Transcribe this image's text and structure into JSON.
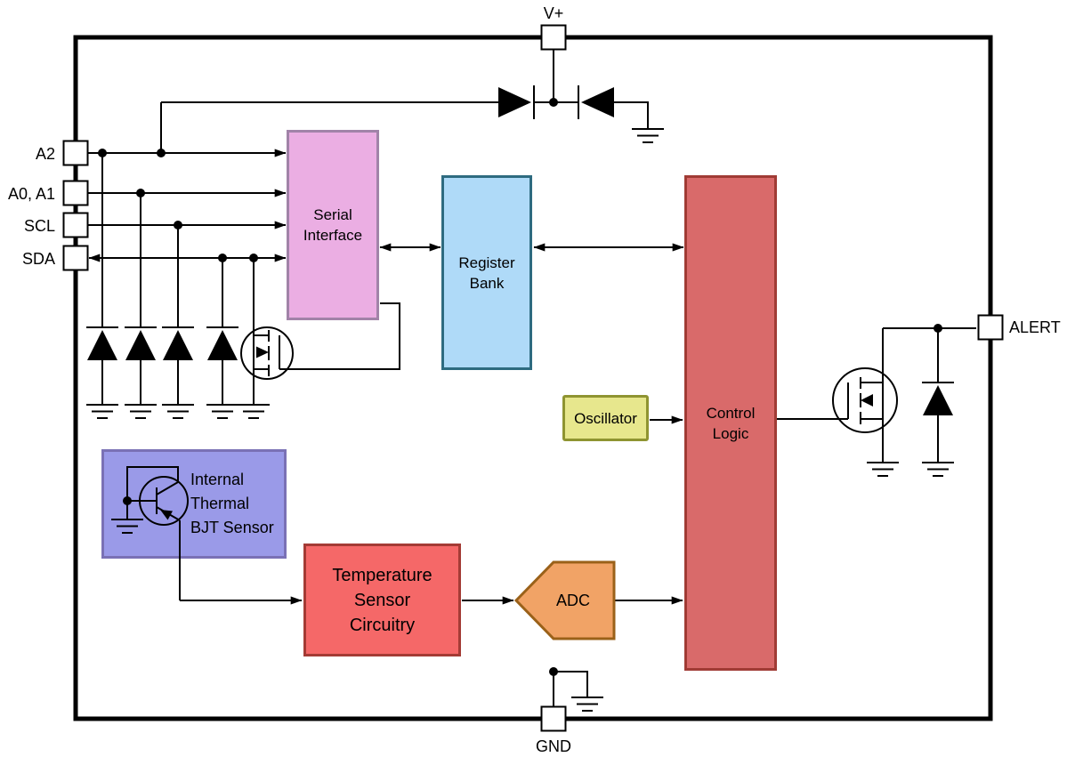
{
  "wire_color": "#000000",
  "pins": {
    "vplus": "V+",
    "a2": "A2",
    "a0_a1": "A0, A1",
    "scl": "SCL",
    "sda": "SDA",
    "alert": "ALERT",
    "gnd": "GND"
  },
  "blocks": {
    "serial_interface": {
      "label": "Serial\nInterface",
      "fill": "#EBAEE3",
      "border": "#A183A8"
    },
    "register_bank": {
      "label": "Register\nBank",
      "fill": "#AFDAF8",
      "border": "#2E6B80"
    },
    "control_logic": {
      "label": "Control\nLogic",
      "fill": "#D96A6A",
      "border": "#A03B35"
    },
    "oscillator": {
      "label": "Oscillator",
      "fill": "#E7E78D",
      "border": "#8F9431"
    },
    "thermal_bjt": {
      "label": "Internal\nThermal\nBJT Sensor",
      "fill": "#9A9AE8",
      "border": "#7A71B5"
    },
    "temp_sensor": {
      "label": "Temperature\nSensor\nCircuitry",
      "fill": "#F56868",
      "border": "#A43B35"
    },
    "adc": {
      "label": "ADC",
      "fill": "#F1A366",
      "border": "#9A6119"
    }
  }
}
